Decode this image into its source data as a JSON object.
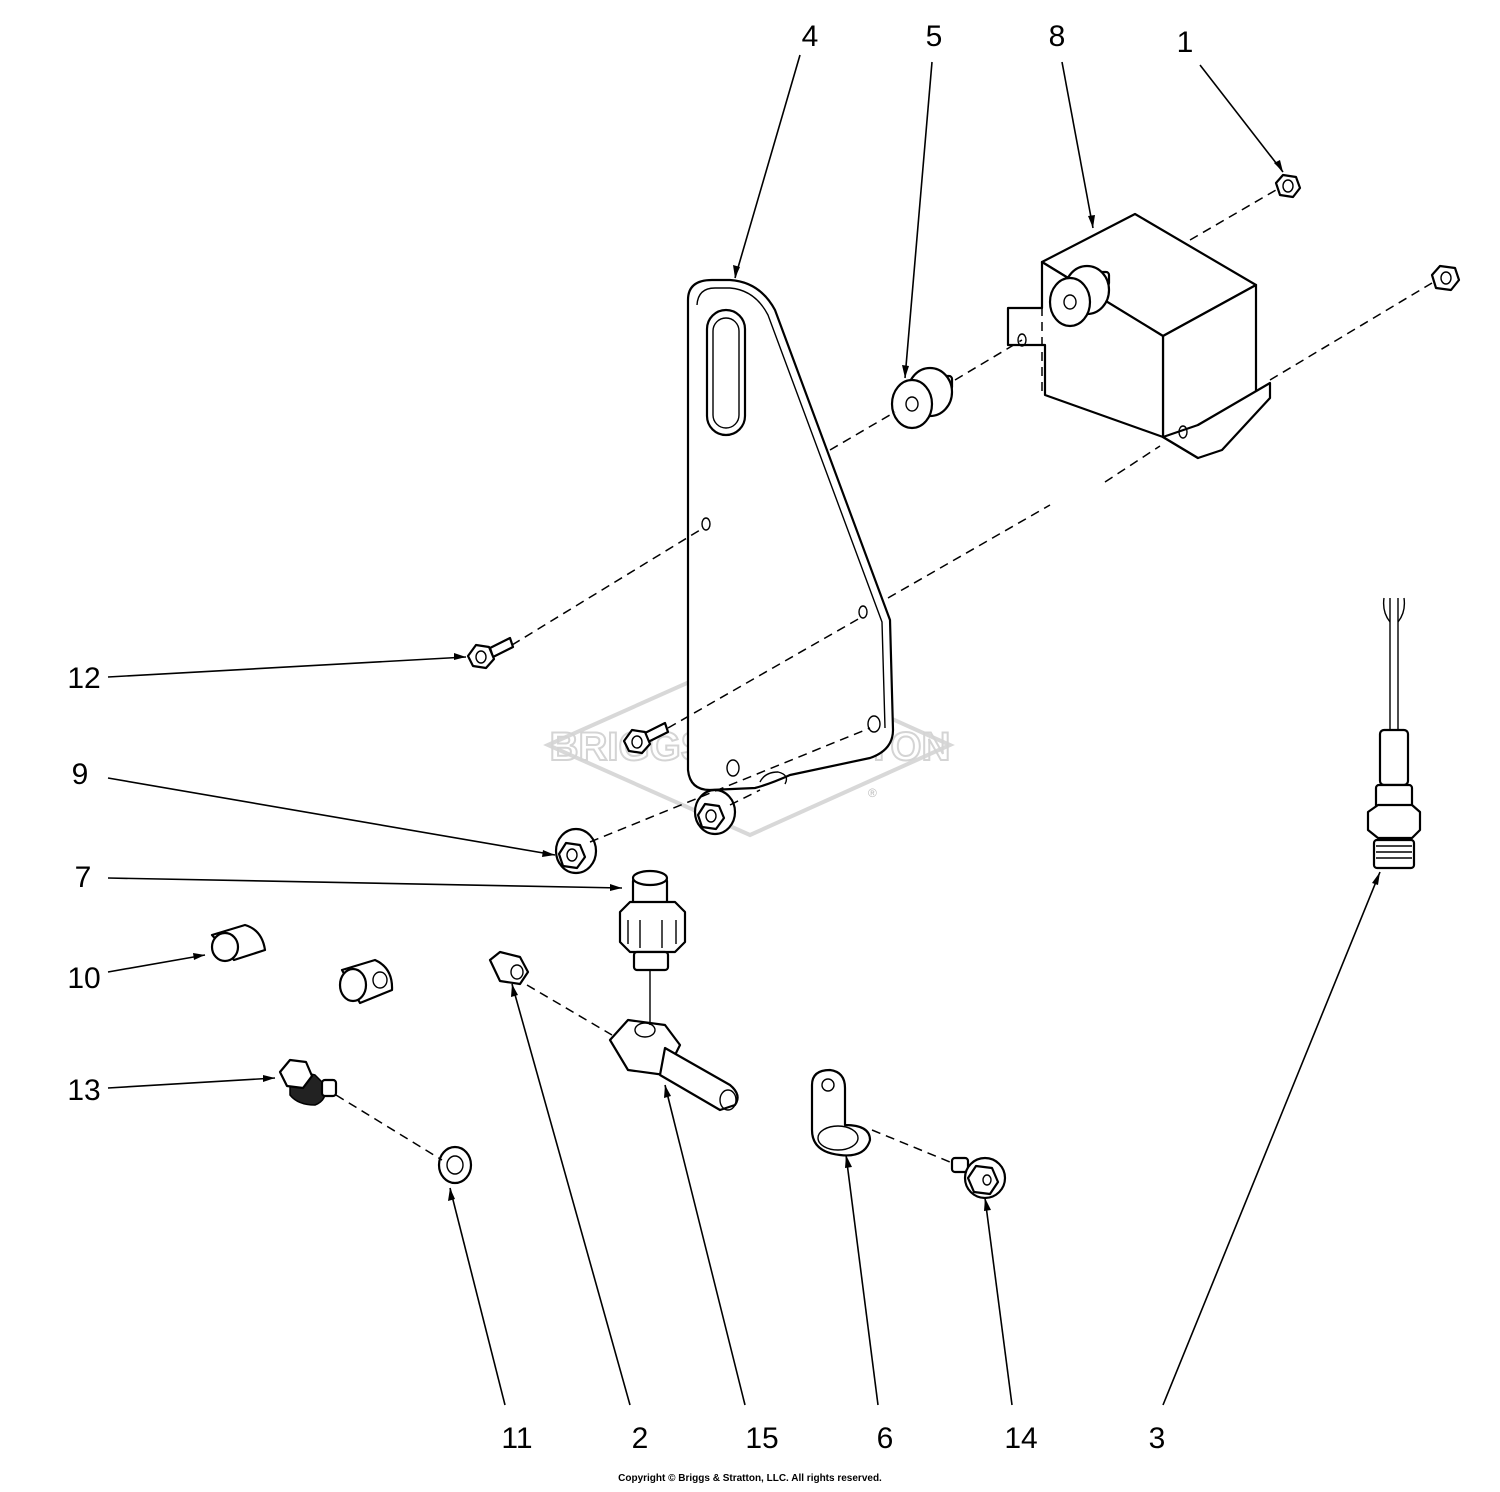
{
  "watermark": {
    "brand": "BRIGGS&STRATTON",
    "mark": "®"
  },
  "callouts": [
    {
      "id": "c1",
      "label": "1"
    },
    {
      "id": "c2",
      "label": "2"
    },
    {
      "id": "c3",
      "label": "3"
    },
    {
      "id": "c4",
      "label": "4"
    },
    {
      "id": "c5",
      "label": "5"
    },
    {
      "id": "c6",
      "label": "6"
    },
    {
      "id": "c7",
      "label": "7"
    },
    {
      "id": "c8",
      "label": "8"
    },
    {
      "id": "c9",
      "label": "9"
    },
    {
      "id": "c10",
      "label": "10"
    },
    {
      "id": "c11",
      "label": "11"
    },
    {
      "id": "c12",
      "label": "12"
    },
    {
      "id": "c13",
      "label": "13"
    },
    {
      "id": "c14",
      "label": "14"
    },
    {
      "id": "c15",
      "label": "15"
    }
  ],
  "footer": {
    "copyright": "Copyright © Briggs & Stratton, LLC. All rights reserved."
  }
}
